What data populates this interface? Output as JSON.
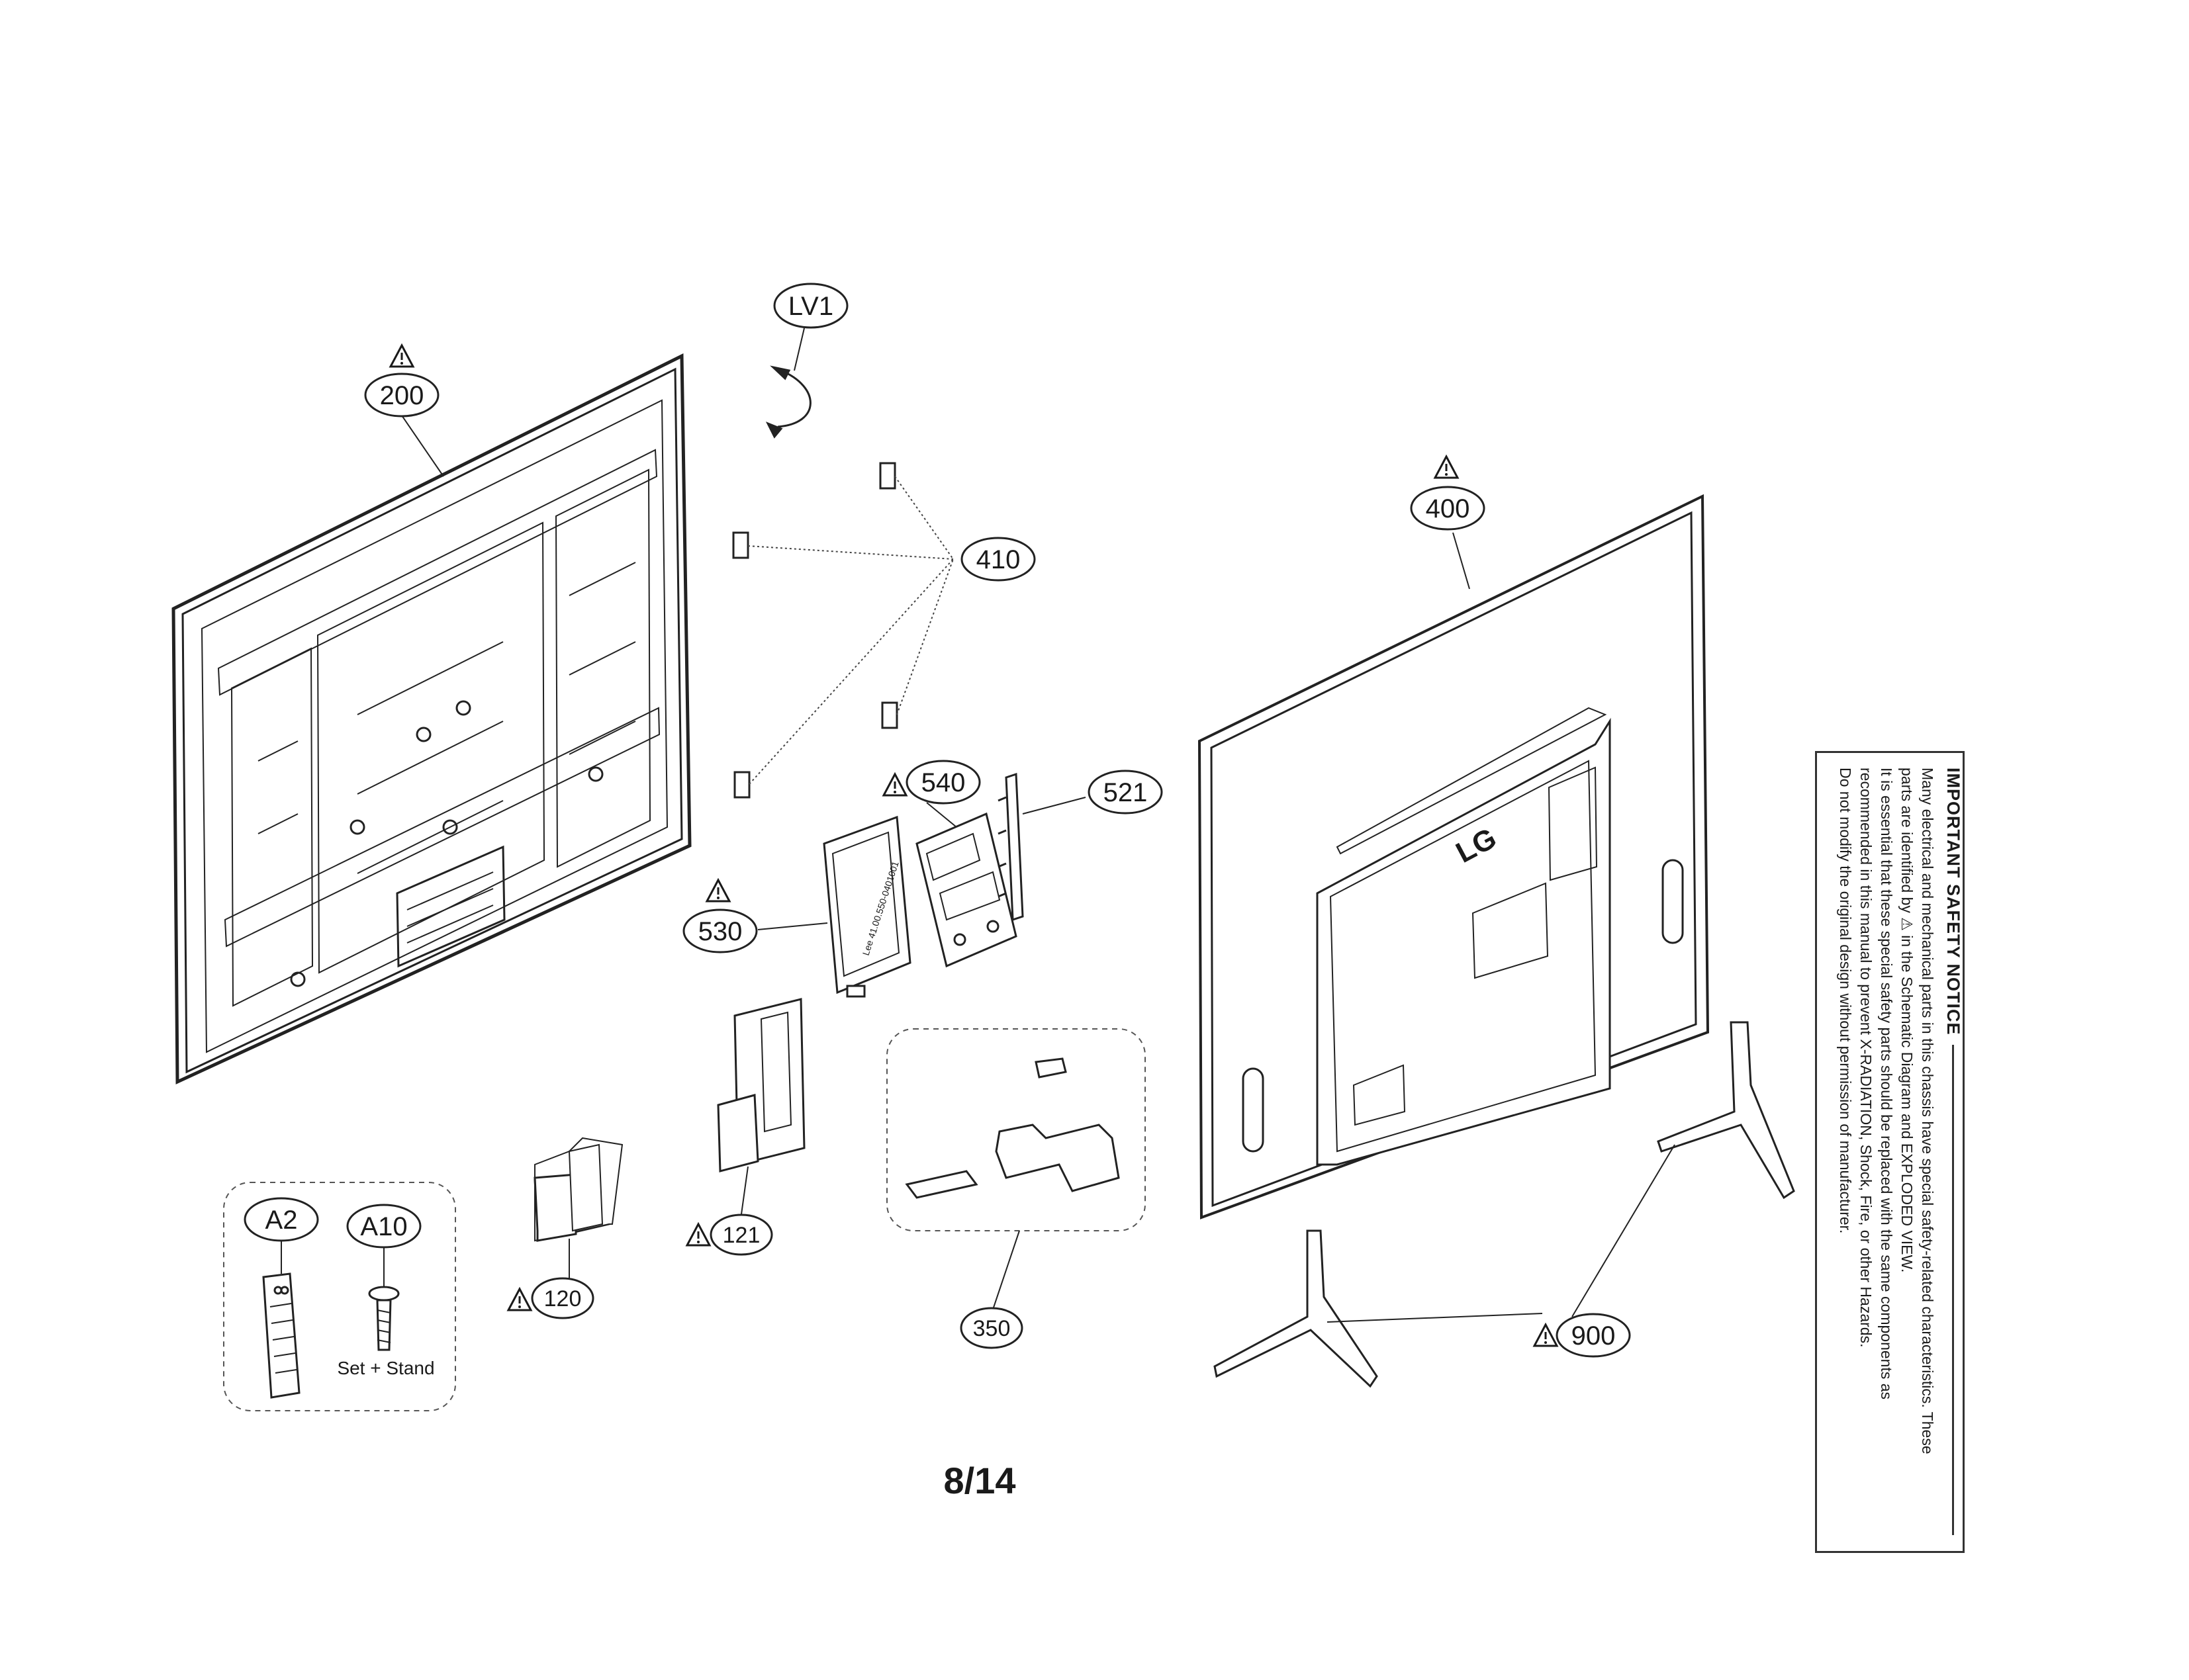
{
  "callouts": {
    "lv1": "LV1",
    "p200": "200",
    "p400": "400",
    "p410": "410",
    "p540": "540",
    "p521": "521",
    "p530": "530",
    "p121": "121",
    "p120": "120",
    "p350": "350",
    "p900": "900",
    "a2": "A2",
    "a10": "A10"
  },
  "labels": {
    "set_stand": "Set + Stand",
    "lg_logo": "LG",
    "module_text": "Lee 41.00.550-0401001"
  },
  "page_number": "8/14",
  "notice": {
    "title": "IMPORTANT SAFETY NOTICE",
    "lines": [
      "Many electrical and mechanical parts in this chassis have special safety-related characteristics. These",
      "parts are identified by ⚠ in the Schematic Diagram and EXPLODED VIEW.",
      "It is essential that these special safety parts should be replaced with the same components as",
      "recommended in this manual to prevent X-RADIATION, Shock, Fire, or other Hazards.",
      "Do not modify the original design without permission of manufacturer."
    ]
  }
}
